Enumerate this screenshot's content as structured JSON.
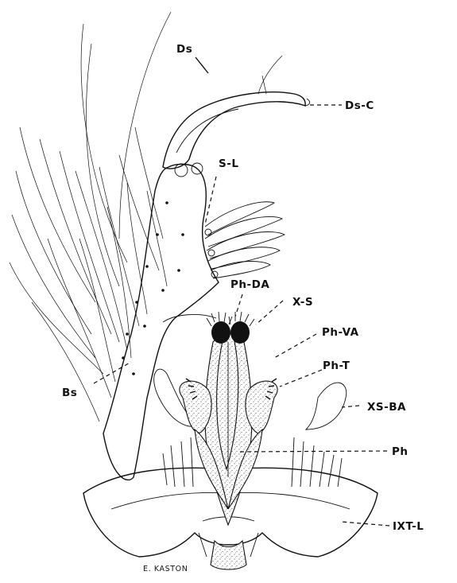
{
  "figure": {
    "labels": {
      "ds": "Ds",
      "ds_c": "Ds-C",
      "s_l": "S-L",
      "ph_da": "Ph-DA",
      "x_s": "X-S",
      "ph_va": "Ph-VA",
      "ph_t": "Ph-T",
      "xs_ba": "XS-BA",
      "ph": "Ph",
      "ixt_l": "IXT-L",
      "bs": "Bs"
    },
    "signature": "E. KASTON"
  }
}
